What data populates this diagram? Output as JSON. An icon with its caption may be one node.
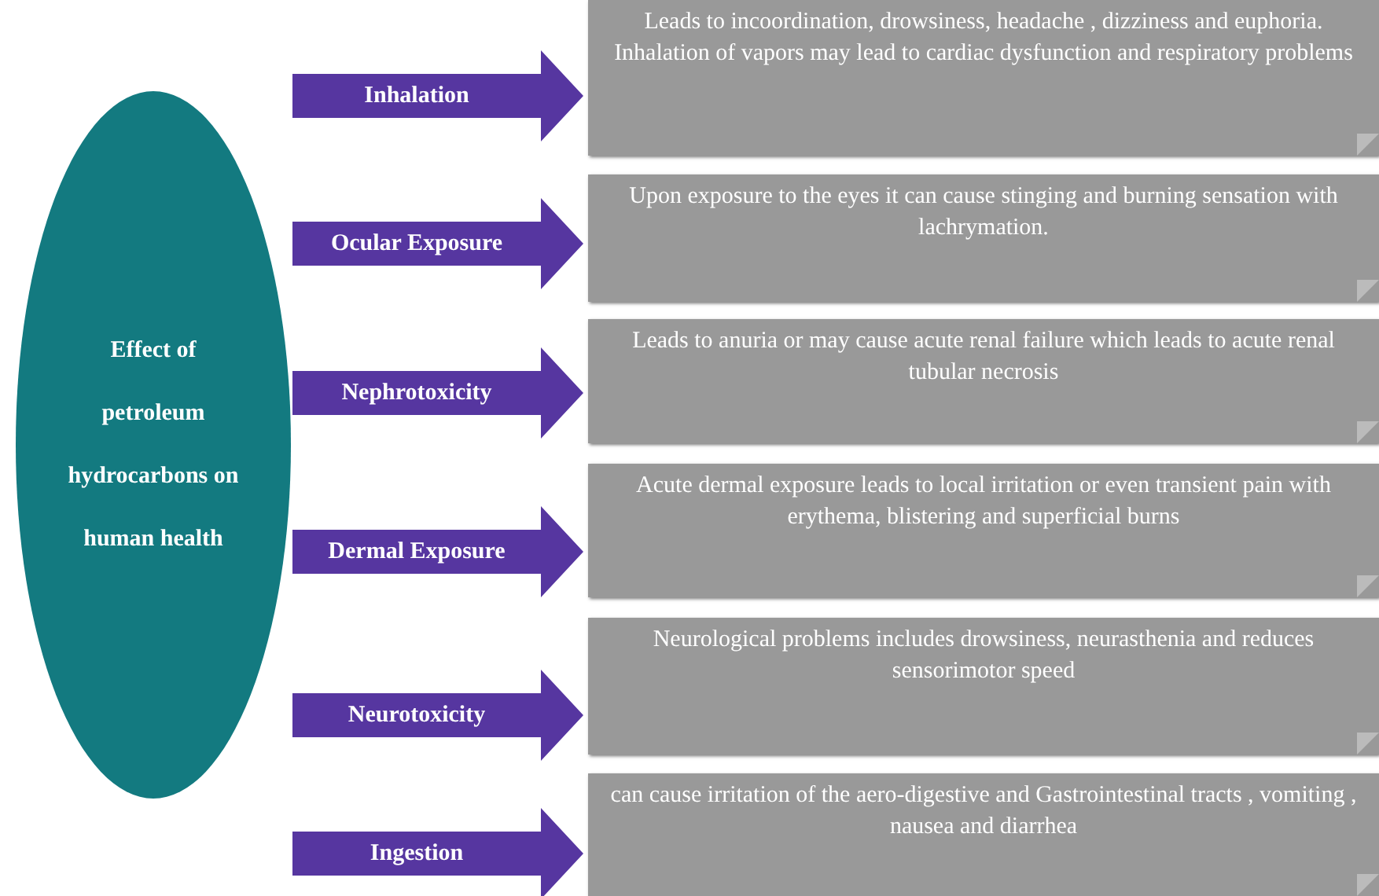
{
  "diagram": {
    "nodes": [
      {
        "text": [
          "Effect of petroleum hydrocarbons on human health"
        ]
      },
      {
        "text": [
          "Leads to incoordination, drowsiness, headache , dizziness and euphoria. Inhalation of vapors may lead to cardiac dysfunction and respiratory problems"
        ]
      },
      {
        "text": [
          "Upon exposure to the eyes it can cause stinging and burning sensation with lachrymation."
        ]
      },
      {
        "text": [
          "Leads to anuria or may cause acute renal failure which leads to acute renal tubular necrosis"
        ]
      },
      {
        "text": [
          "Acute dermal exposure leads to local irritation or even transient pain with erythema, blistering and superficial burns"
        ]
      },
      {
        "text": [
          "Neurological problems includes drowsiness, neurasthenia and reduces sensorimotor speed"
        ]
      },
      {
        "text": [
          "can cause irritation of the aero-digestive and Gastrointestinal tracts , vomiting , nausea and diarrhea"
        ]
      }
    ],
    "edges": [
      {
        "from": 0,
        "to": 1,
        "arrow": "to",
        "label": "Inhalation",
        "style": "thick"
      },
      {
        "from": 0,
        "to": 2,
        "arrow": "to",
        "label": "Ocular Exposure",
        "style": "thick"
      },
      {
        "from": 0,
        "to": 3,
        "arrow": "to",
        "label": "Nephrotoxicity",
        "style": "thick"
      },
      {
        "from": 0,
        "to": 4,
        "arrow": "to",
        "label": "Dermal Exposure",
        "style": "thick"
      },
      {
        "from": 0,
        "to": 5,
        "arrow": "to",
        "label": "Neurotoxicity",
        "style": "thick"
      },
      {
        "from": 0,
        "to": 6,
        "arrow": "to",
        "label": "Ingestion",
        "style": "thick"
      }
    ]
  }
}
